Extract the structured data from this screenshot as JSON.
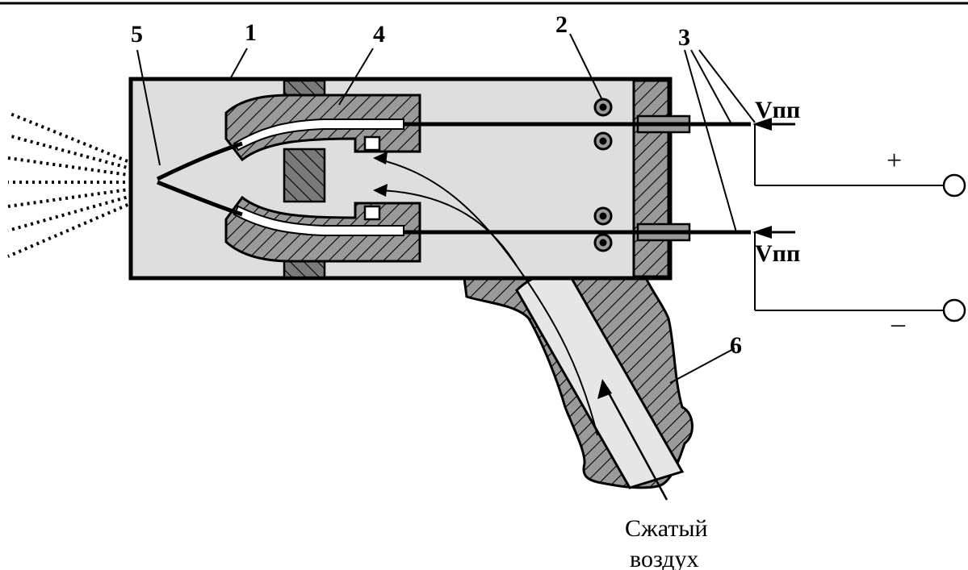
{
  "labels": {
    "n1": "1",
    "n2": "2",
    "n3": "3",
    "n4": "4",
    "n5": "5",
    "n6": "6",
    "feed_top": "Vпп",
    "feed_bottom": "Vпп",
    "plus": "+",
    "minus": "–",
    "air_line1": "Сжатый",
    "air_line2": "воздух"
  },
  "colors": {
    "body_fill": "#dedede",
    "hatch_fill": "#9a9a9a",
    "dark_fill": "#6e6e6e",
    "line": "#000000"
  }
}
